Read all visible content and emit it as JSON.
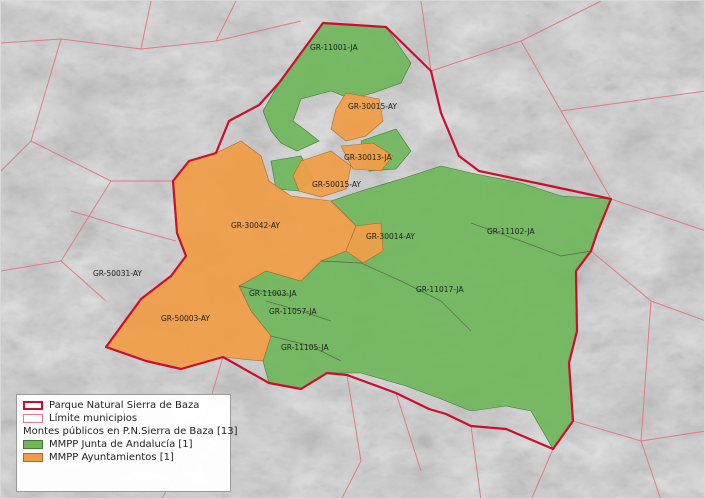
{
  "map": {
    "labels": [
      "GR-11001-JA",
      "GR-30015-AY",
      "GR-30013-JA",
      "GR-50015-AY",
      "GR-30042-AY",
      "GR-30014-AY",
      "GR-11102-JA",
      "GR-50031-AY",
      "GR-11003-JA",
      "GR-11017-JA",
      "GR-50003-AY",
      "GR-11057-JA",
      "GR-11105-JA"
    ],
    "colors": {
      "junta": "#6fb65a",
      "ayuntamientos": "#ee9e4a",
      "park_boundary": "#c8102e",
      "municipal_boundary": "#e07a8a"
    }
  },
  "legend": {
    "park": "Parque Natural Sierra de Baza",
    "municipal": "Límite municipios",
    "title": "Montes públicos en P.N.Sierra de Baza [13]",
    "junta": "MMPP Junta de Andalucía [1]",
    "ayuntamientos": "MMPP Ayuntamientos [1]"
  }
}
